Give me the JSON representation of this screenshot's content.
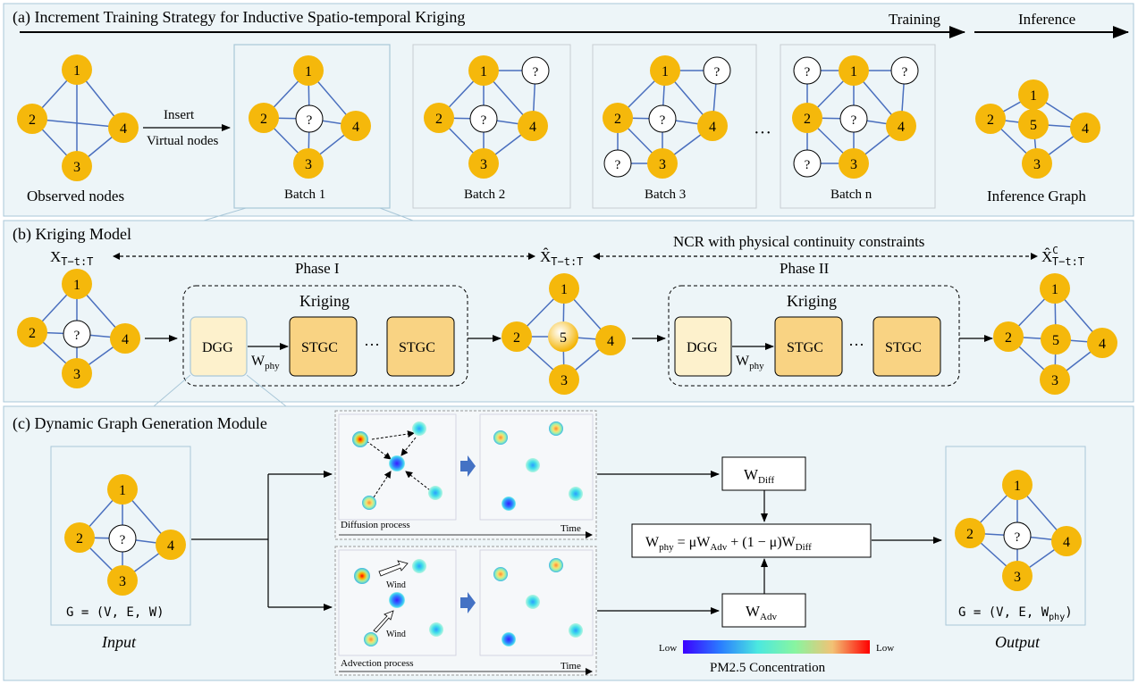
{
  "colors": {
    "panel_fill": "#edf5f8",
    "panel_stroke": "#a9c7d8",
    "node_fill": "#f5b80b",
    "edge": "#4a6fbe",
    "virtual_fill": "#ffffff",
    "box_light": "#fdf1cc",
    "box_dark": "#f9d383"
  },
  "section_a": {
    "title": "(a) Increment Training Strategy for Inductive Spatio-temporal Kriging",
    "training_label": "Training",
    "inference_label": "Inference",
    "insert_label": "Insert",
    "virtual_nodes_label": "Virtual nodes",
    "observed_caption": "Observed nodes",
    "batch_captions": [
      "Batch 1",
      "Batch 2",
      "Batch 3",
      "Batch n"
    ],
    "ellipsis": "···",
    "inference_caption": "Inference Graph",
    "node_labels": [
      "1",
      "2",
      "3",
      "4",
      "5"
    ],
    "virtual_label": "?"
  },
  "section_b": {
    "title": "(b) Kriging Model",
    "input_symbol": "X",
    "input_sub": "T−t:T",
    "hat_symbol": "X̂",
    "hat_sub": "T−t:T",
    "hatc_symbol": "X̂",
    "hatc_sup": "C",
    "hatc_sub": "T−t:T",
    "ncr_label": "NCR with physical continuity constraints",
    "phase1": "Phase I",
    "phase2": "Phase II",
    "kriging_label": "Kriging",
    "dgg_label": "DGG",
    "stgc_label": "STGC",
    "w_phy": "W",
    "w_phy_sub": "phy",
    "ellipsis": "···"
  },
  "section_c": {
    "title": "(c) Dynamic Graph Generation Module",
    "input_formula": "G = (V, E, W)",
    "input_caption": "Input",
    "output_formula_main": "G = (V, E, W",
    "output_formula_sub": "phy",
    "output_formula_end": ")",
    "output_caption": "Output",
    "diffusion_label": "Diffusion process",
    "advection_label": "Advection process",
    "time_label": "Time",
    "wind_label": "Wind",
    "w_diff_main": "W",
    "w_diff_sub": "Diff",
    "w_adv_main": "W",
    "w_adv_sub": "Adv",
    "equation_parts": [
      "W",
      "phy",
      " = μW",
      "Adv",
      " + (1 − μ)W",
      "Diff"
    ],
    "colorbar_low_left": "Low",
    "colorbar_low_right": "Low",
    "colorbar_caption": "PM2.5 Concentration",
    "colorbar_colors": [
      "#3b00ff",
      "#2a7dff",
      "#4be8e0",
      "#88f5a0",
      "#f2c275",
      "#ff0000"
    ]
  }
}
